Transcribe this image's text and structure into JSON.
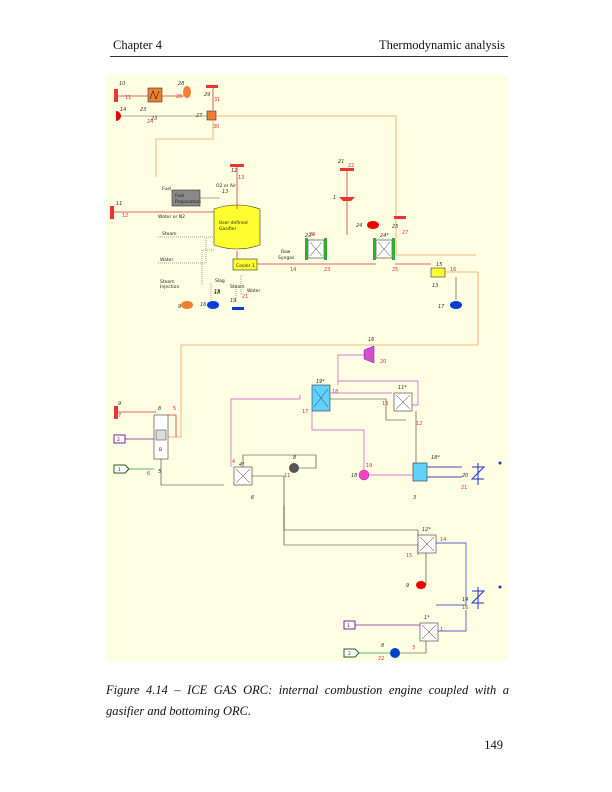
{
  "header": {
    "chapter": "Chapter 4",
    "section": "Thermodynamic analysis"
  },
  "figure": {
    "labels": {
      "fuel": "Fuel",
      "fuel_prep_1": "Fuel",
      "fuel_prep_2": "Preparation",
      "o2_air": "O2 or Air",
      "water_n2": "Water or N2",
      "steam": "Steam",
      "water": "Water",
      "steam_inj_1": "Steam",
      "steam_inj_2": "Injection",
      "gasifier_1": "User defined",
      "gasifier_2": "Gasifier",
      "cooler": "Cooler 1",
      "raw_1": "Raw",
      "raw_2": "Syngas",
      "slag": "Slag",
      "steam2": "Steam",
      "water2": "Water"
    },
    "terminals": [
      "1",
      "2",
      "1",
      "2"
    ]
  },
  "caption": "Figure 4.14 – ICE GAS ORC: internal combustion engine coupled with a gasifier and bottoming ORC.",
  "page_number": "149"
}
